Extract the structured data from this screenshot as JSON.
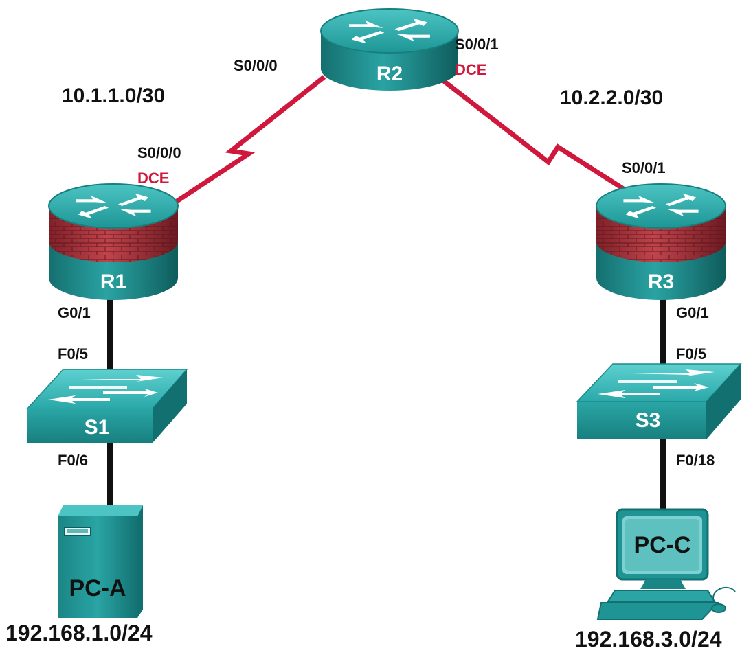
{
  "colors": {
    "serial_link": "#d0183c",
    "ethernet_link": "#111111",
    "dce_label": "#d0183c",
    "device_body": "#1c8c8c",
    "device_top": "#30b2b2",
    "firewall_brick": "#b0303a"
  },
  "networks": {
    "net_r1_r2": "10.1.1.0/30",
    "net_r2_r3": "10.2.2.0/30",
    "lan_a": "192.168.1.0/24",
    "lan_c": "192.168.3.0/24"
  },
  "devices": {
    "r1": {
      "name": "R1",
      "icon": "firewall-router-icon"
    },
    "r2": {
      "name": "R2",
      "icon": "router-icon"
    },
    "r3": {
      "name": "R3",
      "icon": "firewall-router-icon"
    },
    "s1": {
      "name": "S1",
      "icon": "switch-icon"
    },
    "s3": {
      "name": "S3",
      "icon": "switch-icon"
    },
    "pca": {
      "name": "PC-A",
      "icon": "server-tower-icon"
    },
    "pcc": {
      "name": "PC-C",
      "icon": "desktop-pc-icon"
    }
  },
  "interfaces": {
    "r2_s000": "S0/0/0",
    "r2_s001": "S0/0/1",
    "r2_dce": "DCE",
    "r1_s000": "S0/0/0",
    "r1_dce": "DCE",
    "r3_s001": "S0/0/1",
    "r1_g01": "G0/1",
    "s1_f05": "F0/5",
    "s1_f06": "F0/6",
    "r3_g01": "G0/1",
    "s3_f05": "F0/5",
    "s3_f018": "F0/18"
  }
}
